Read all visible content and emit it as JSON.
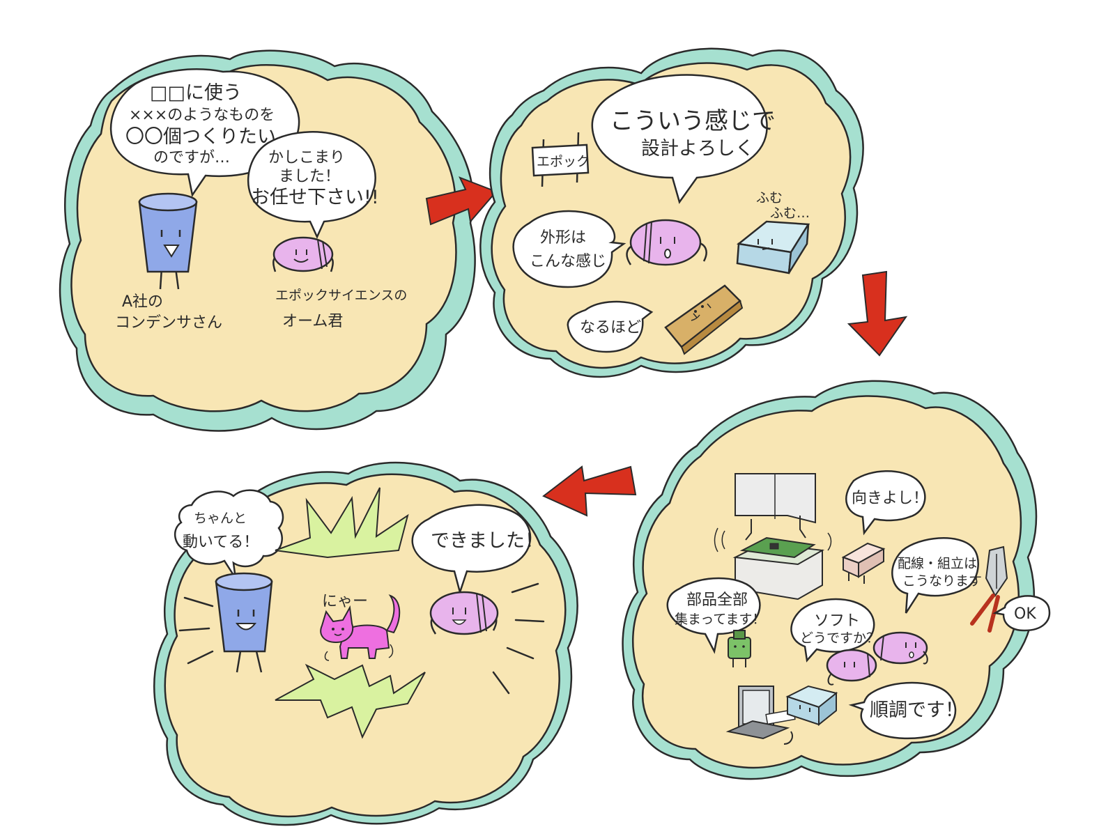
{
  "colors": {
    "cloud_fill": "#f8e6b4",
    "cloud_shadow": "#a6e0d0",
    "arrow_red": "#d8301e",
    "ink": "#2a2a2a",
    "capacitor_blue": "#8fa8e8",
    "ohm_pink": "#e8b4ec",
    "ic_blue": "#b6d8e6",
    "ruler": "#d8b068",
    "cat_pink": "#ee6fe0",
    "burst_green": "#d9f2a0"
  },
  "panel1": {
    "client_speech": [
      "□□に使う",
      "×××のようなものを",
      "〇〇個つくりたい",
      "のですが…"
    ],
    "ohm_speech": [
      "かしこまり",
      "ました！",
      "お任せ下さい!!"
    ],
    "client_label": [
      "A社の",
      "コンデンサさん"
    ],
    "ohm_label": [
      "エポックサイエンスの",
      "オーム君"
    ]
  },
  "panel2": {
    "sign_text": "エポック",
    "request_speech": [
      "こういう感じで",
      "設計よろしく"
    ],
    "shape_speech": [
      "外形は",
      "こんな感じ"
    ],
    "hmm_text": [
      "ふむ",
      "ふむ…"
    ],
    "understood_speech": "なるほど"
  },
  "panel3": {
    "direction_speech": "向きよし！",
    "parts_speech": [
      "部品全部",
      "集まってます！"
    ],
    "wiring_speech": [
      "配線・組立は",
      "こうなります"
    ],
    "software_speech": [
      "ソフト",
      "どうですか？"
    ],
    "ok_speech": "OK",
    "smooth_speech": "順調です！"
  },
  "panel4": {
    "working_speech": [
      "ちゃんと",
      "動いてる！"
    ],
    "done_speech": "できました！",
    "cat_meow": "にゃー"
  },
  "icons": {
    "arrows": "red-flow-arrow",
    "cat": "cat-icon",
    "capacitor": "capacitor-character-icon",
    "ohm": "ohm-character-icon"
  }
}
